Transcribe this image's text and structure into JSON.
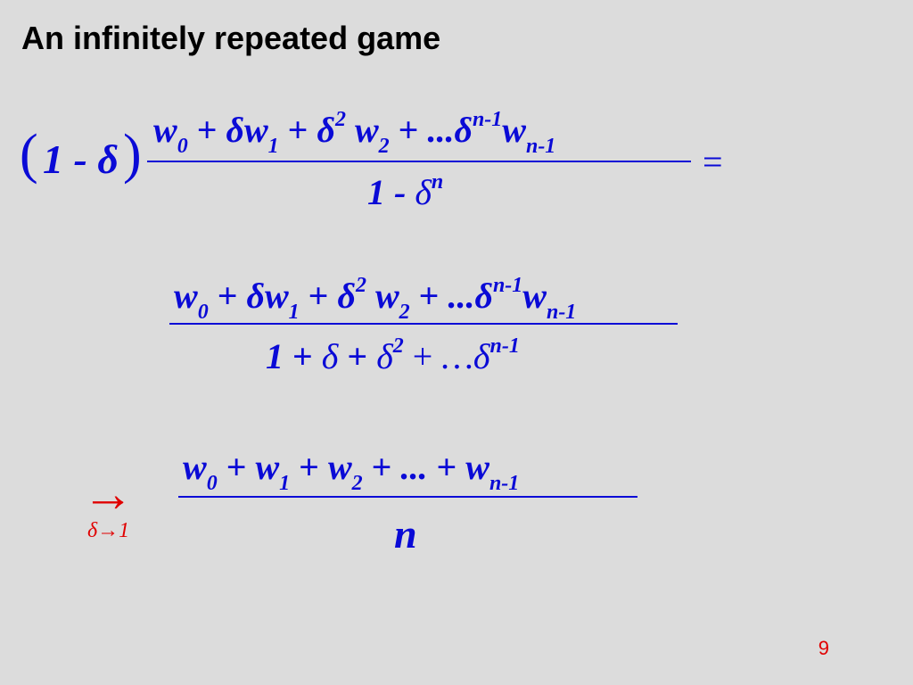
{
  "slide": {
    "title": "An infinitely repeated game",
    "page_number": "9"
  },
  "equation1": {
    "prefix": "1 - δ",
    "numerator": "w0 + δw1 + δ2 w2 + ...δn-1wn-1",
    "denominator": "1 - δn",
    "equals": "="
  },
  "equation2": {
    "numerator": "w0 + δw1 + δ2 w2 + ...δn-1wn-1",
    "denominator": "1 + δ + δ2 + ...δn-1"
  },
  "equation3": {
    "numerator": "w0 + w1 + w2 + ... + wn-1",
    "denominator": "n",
    "limit_arrow": "→",
    "limit_label": "δ→1"
  },
  "colors": {
    "background": "#dcdcdc",
    "math": "#0a0ad6",
    "accent": "#e00000",
    "title": "#000000"
  }
}
